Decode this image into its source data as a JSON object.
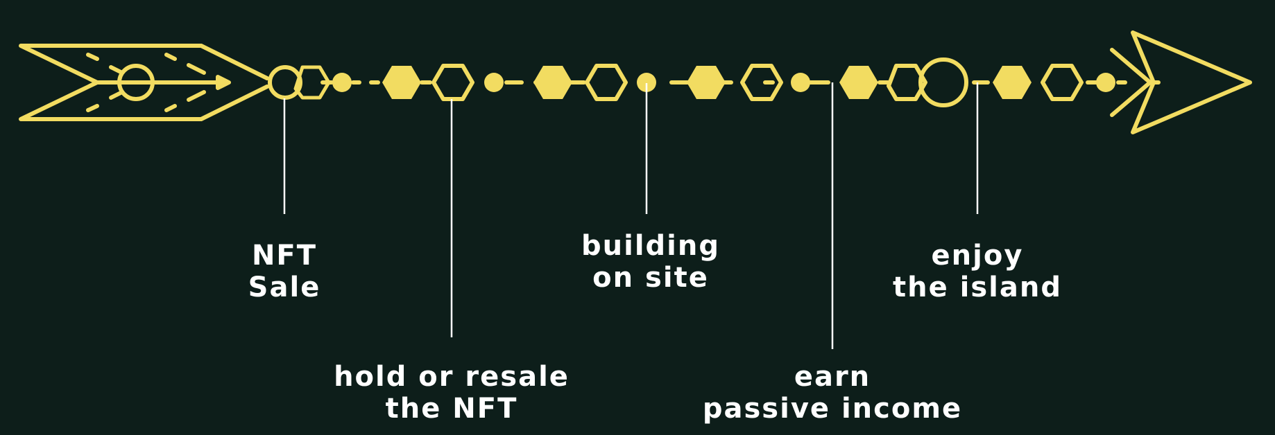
{
  "colors": {
    "background": "#0d1e1a",
    "accent": "#f2dc61",
    "connector": "#ffffff"
  },
  "steps": [
    {
      "id": "nft-sale",
      "lines": [
        "NFT",
        "Sale"
      ]
    },
    {
      "id": "hold-or-resale",
      "lines": [
        "hold or resale",
        "the NFT"
      ]
    },
    {
      "id": "building-on-site",
      "lines": [
        "building",
        "on site"
      ]
    },
    {
      "id": "earn-passive-income",
      "lines": [
        "earn",
        "passive income"
      ]
    },
    {
      "id": "enjoy-the-island",
      "lines": [
        "enjoy",
        "the island"
      ]
    }
  ]
}
